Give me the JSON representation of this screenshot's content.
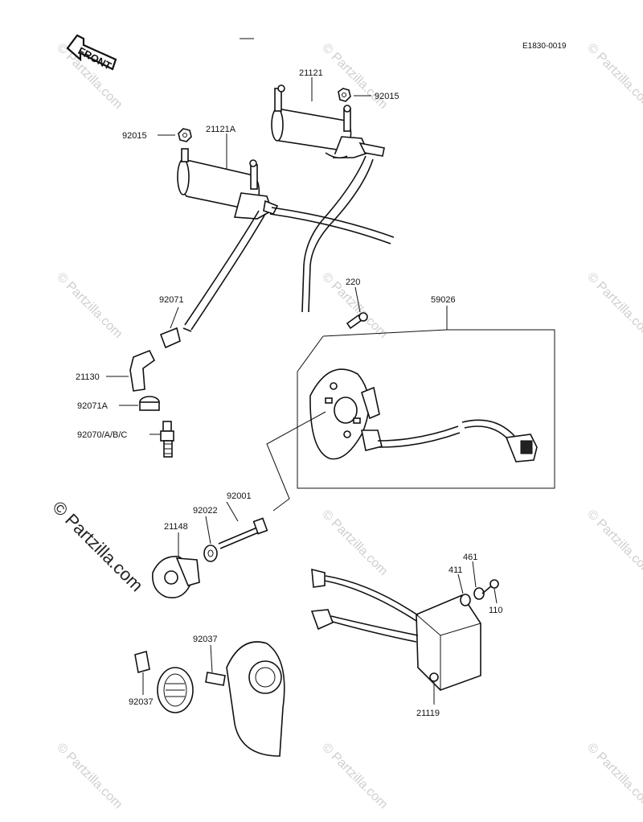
{
  "diagram_code": "E1830-0019",
  "front_label": "FRONT",
  "watermark": {
    "corner_text": "© Partzilla.com",
    "repeat_text": "© Partzilla.com"
  },
  "labels": {
    "l21121": "21121",
    "l92015_right": "92015",
    "l92015_left": "92015",
    "l21121A": "21121A",
    "l220": "220",
    "l59026": "59026",
    "l92071": "92071",
    "l21130": "21130",
    "l92071A": "92071A",
    "l92070": "92070/A/B/C",
    "l92001": "92001",
    "l92022": "92022",
    "l21148": "21148",
    "l461": "461",
    "l411": "411",
    "l110": "110",
    "l21119": "21119",
    "l92037_top": "92037",
    "l92037_bottom": "92037"
  }
}
